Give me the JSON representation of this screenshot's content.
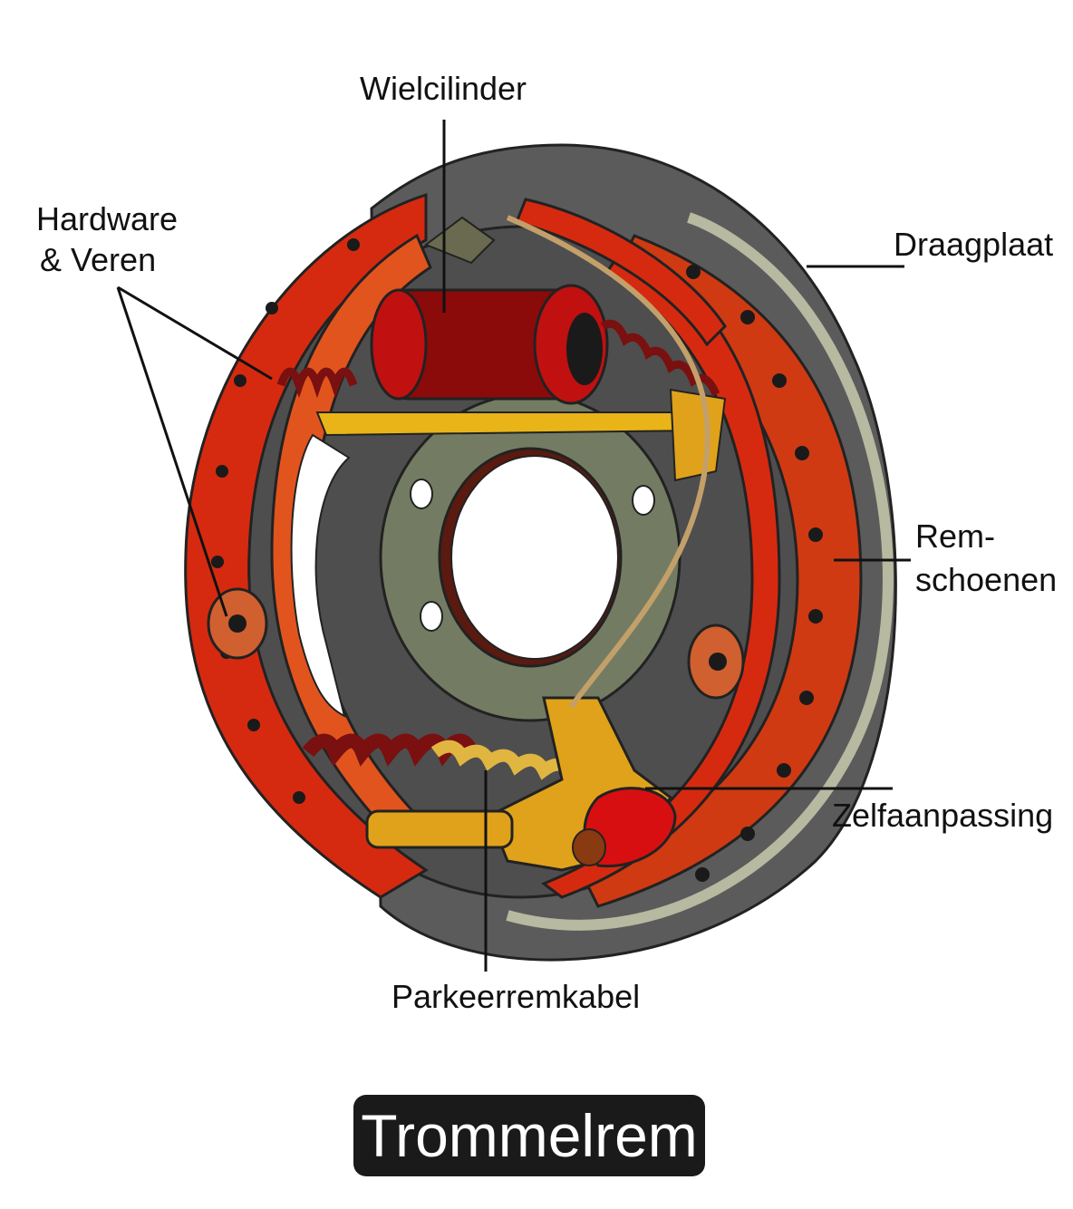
{
  "labels": {
    "wheel_cylinder": "Wielcilinder",
    "hardware_line1": "Hardware",
    "hardware_line2": "& Veren",
    "backing_plate": "Draagplaat",
    "shoes_line1": "Rem-",
    "shoes_line2": "schoenen",
    "self_adjuster": "Zelfaanpassing",
    "parking_cable": "Parkeerremkabel"
  },
  "title": "Trommelrem",
  "colors": {
    "shoe_red": "#d62a10",
    "lining_orange": "#cf3a12",
    "backing_gray": "#5a5a5a",
    "hub_olive": "#707a62",
    "spring_maroon": "#7a1010",
    "adjuster_yellow": "#e0a21a",
    "title_bg": "#1a1a1a"
  }
}
